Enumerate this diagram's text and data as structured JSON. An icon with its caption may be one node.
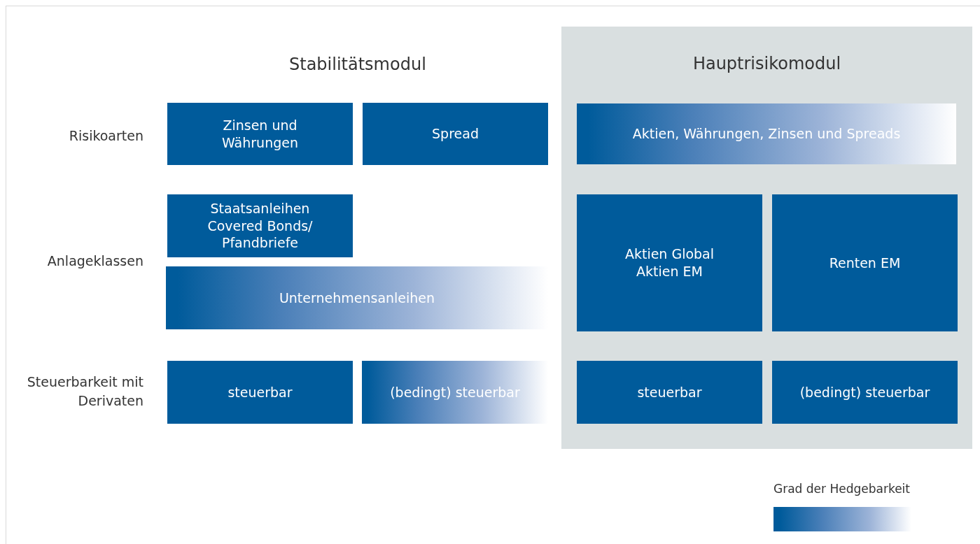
{
  "diagram": {
    "nodes": [
      {
        "text": [
          "Hauptrisikomodul"
        ]
      },
      {
        "text": [
          "Zinsen und Währungen"
        ]
      },
      {
        "text": [
          "Spread"
        ]
      },
      {
        "text": [
          "Aktien, Währungen, Zinsen und Spreads"
        ],
        "in": 0
      },
      {
        "text": [
          "Staatsanleihen Covered Bonds/ Pfandbriefe"
        ]
      },
      {
        "text": [
          "Unternehmensanleihen"
        ]
      },
      {
        "text": [
          "Aktien Global Aktien EM"
        ],
        "in": 0
      },
      {
        "text": [
          "Renten EM"
        ],
        "in": 0
      },
      {
        "text": [
          "steuerbar"
        ]
      },
      {
        "text": [
          "(bedingt) steuerbar"
        ]
      },
      {
        "text": [
          "steuerbar"
        ],
        "in": 0
      },
      {
        "text": [
          "(bedingt) steuerbar"
        ],
        "in": 0
      }
    ],
    "labels": [
      "Stabilitätsmodul",
      "Risikoarten",
      "Anlageklassen",
      "Steuerbarkeit mit Derivaten"
    ],
    "legend": [
      {
        "text": "Grad der Hedgebarkeit"
      }
    ]
  }
}
